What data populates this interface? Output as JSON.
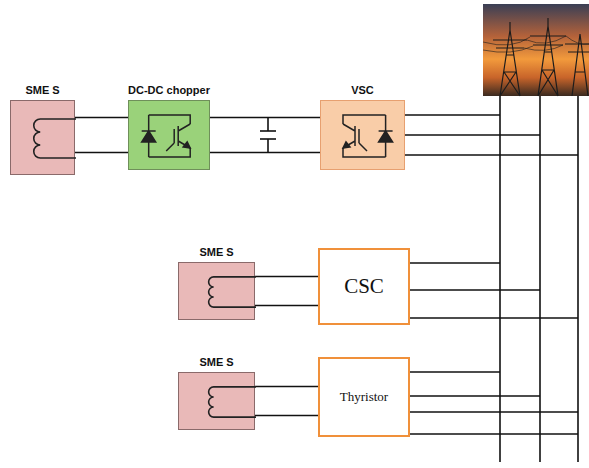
{
  "diagram": {
    "nodes": [
      {
        "text": [
          "SME S"
        ]
      },
      {
        "text": [
          "DC-DC chopper"
        ]
      },
      {
        "text": [
          "VSC"
        ]
      },
      {
        "text": [
          "SME S"
        ]
      },
      {
        "text": [
          "CSC"
        ]
      },
      {
        "text": [
          "SME S"
        ]
      },
      {
        "text": [
          "Thyristor"
        ]
      }
    ],
    "edges": [
      {
        "from": 0,
        "to": 1,
        "arrow": "none"
      },
      {
        "from": 1,
        "to": 2,
        "arrow": "none"
      },
      {
        "from": 3,
        "to": 4,
        "arrow": "none"
      },
      {
        "from": 5,
        "to": 6,
        "arrow": "none"
      }
    ]
  }
}
